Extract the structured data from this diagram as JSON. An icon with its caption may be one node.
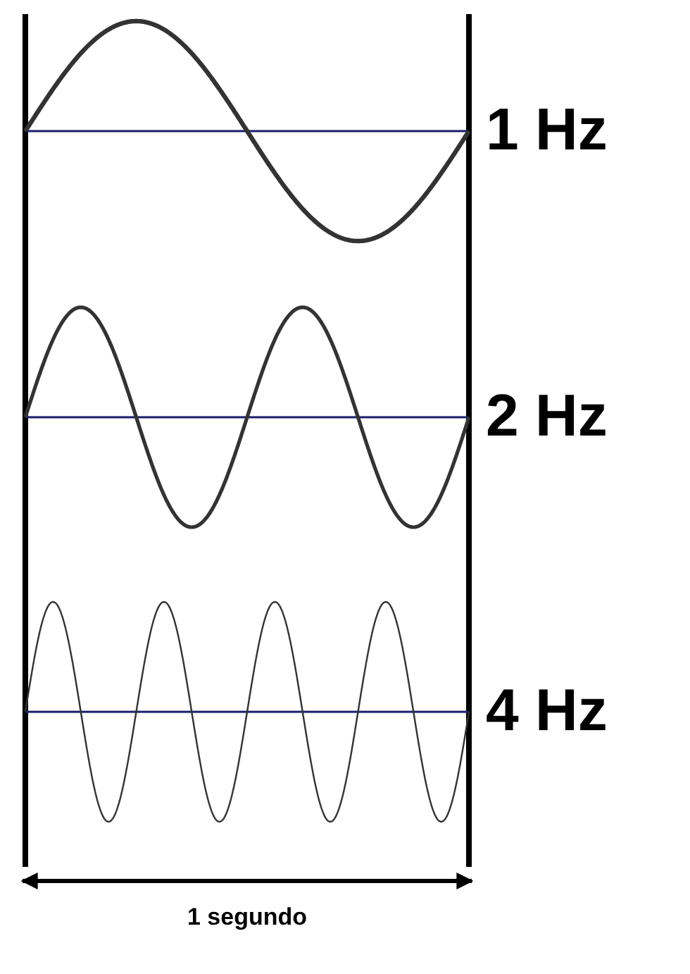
{
  "diagram": {
    "labels": [
      "1 Hz",
      "2 Hz",
      "4 Hz",
      "1 segundo"
    ]
  }
}
